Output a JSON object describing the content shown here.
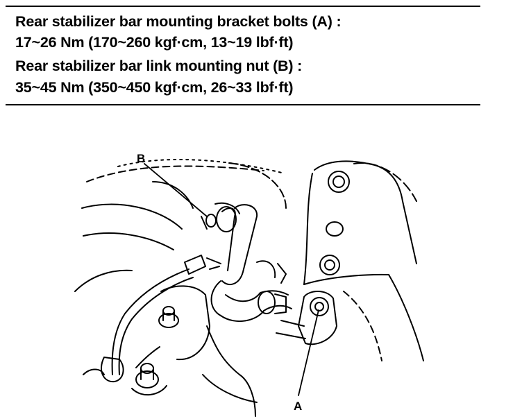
{
  "spec": {
    "lines": [
      "Rear stabilizer bar mounting bracket bolts (A) :",
      "17~26 Nm (170~260 kgf·cm, 13~19 lbf·ft)",
      "Rear stabilizer bar link mounting nut (B) :",
      "35~45 Nm (350~450 kgf·cm, 26~33 lbf·ft)"
    ]
  },
  "callouts": {
    "a": "A",
    "b": "B"
  }
}
